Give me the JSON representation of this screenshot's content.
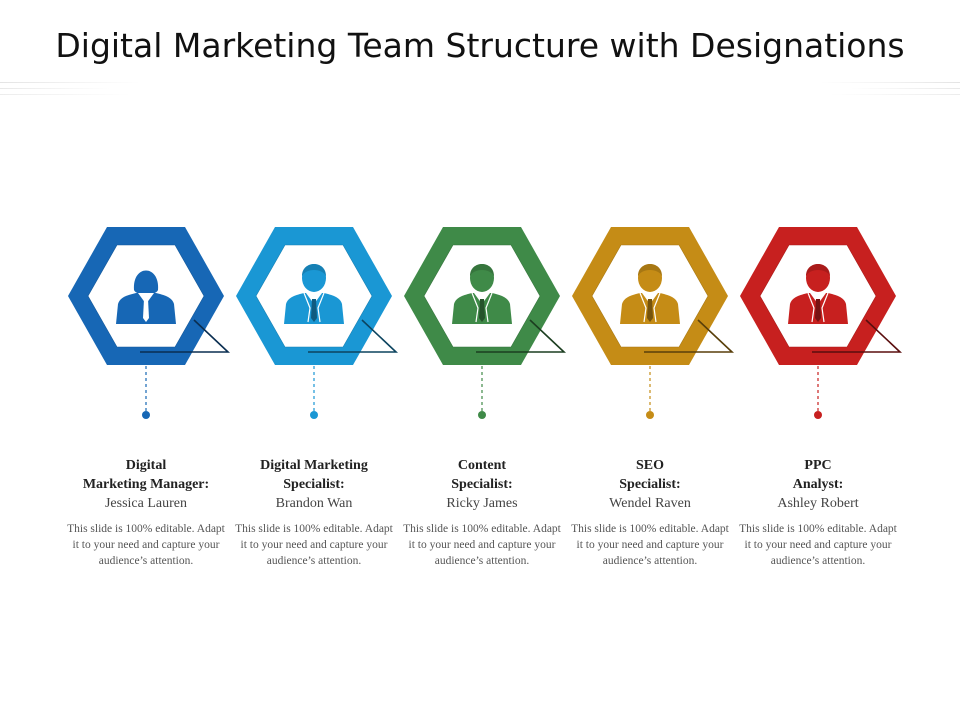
{
  "title": "Digital Marketing Team Structure with Designations",
  "members": [
    {
      "role": "Digital\nMarketing Manager:",
      "name": "Jessica Lauren",
      "description": "This slide is 100% editable. Adapt it to your need and capture your audience’s attention.",
      "color": "#1767b5",
      "icon": "businesswoman-icon"
    },
    {
      "role": "Digital Marketing\nSpecialist:",
      "name": "Brandon Wan",
      "description": "This slide is 100% editable. Adapt it to your need and capture your audience’s attention.",
      "color": "#1a97d4",
      "icon": "businessman-icon"
    },
    {
      "role": "Content\nSpecialist:",
      "name": "Ricky James",
      "description": "This slide is 100% editable. Adapt it to your need and capture your audience’s attention.",
      "color": "#3f8a48",
      "icon": "businessman-icon"
    },
    {
      "role": "SEO\nSpecialist:",
      "name": "Wendel Raven",
      "description": "This slide is 100% editable. Adapt it to your need and capture your audience’s attention.",
      "color": "#c58c16",
      "icon": "businessman-icon"
    },
    {
      "role": "PPC\nAnalyst:",
      "name": "Ashley Robert",
      "description": "This slide is 100% editable. Adapt it to your need and capture your audience’s attention.",
      "color": "#c7201f",
      "icon": "businessman-icon"
    }
  ]
}
